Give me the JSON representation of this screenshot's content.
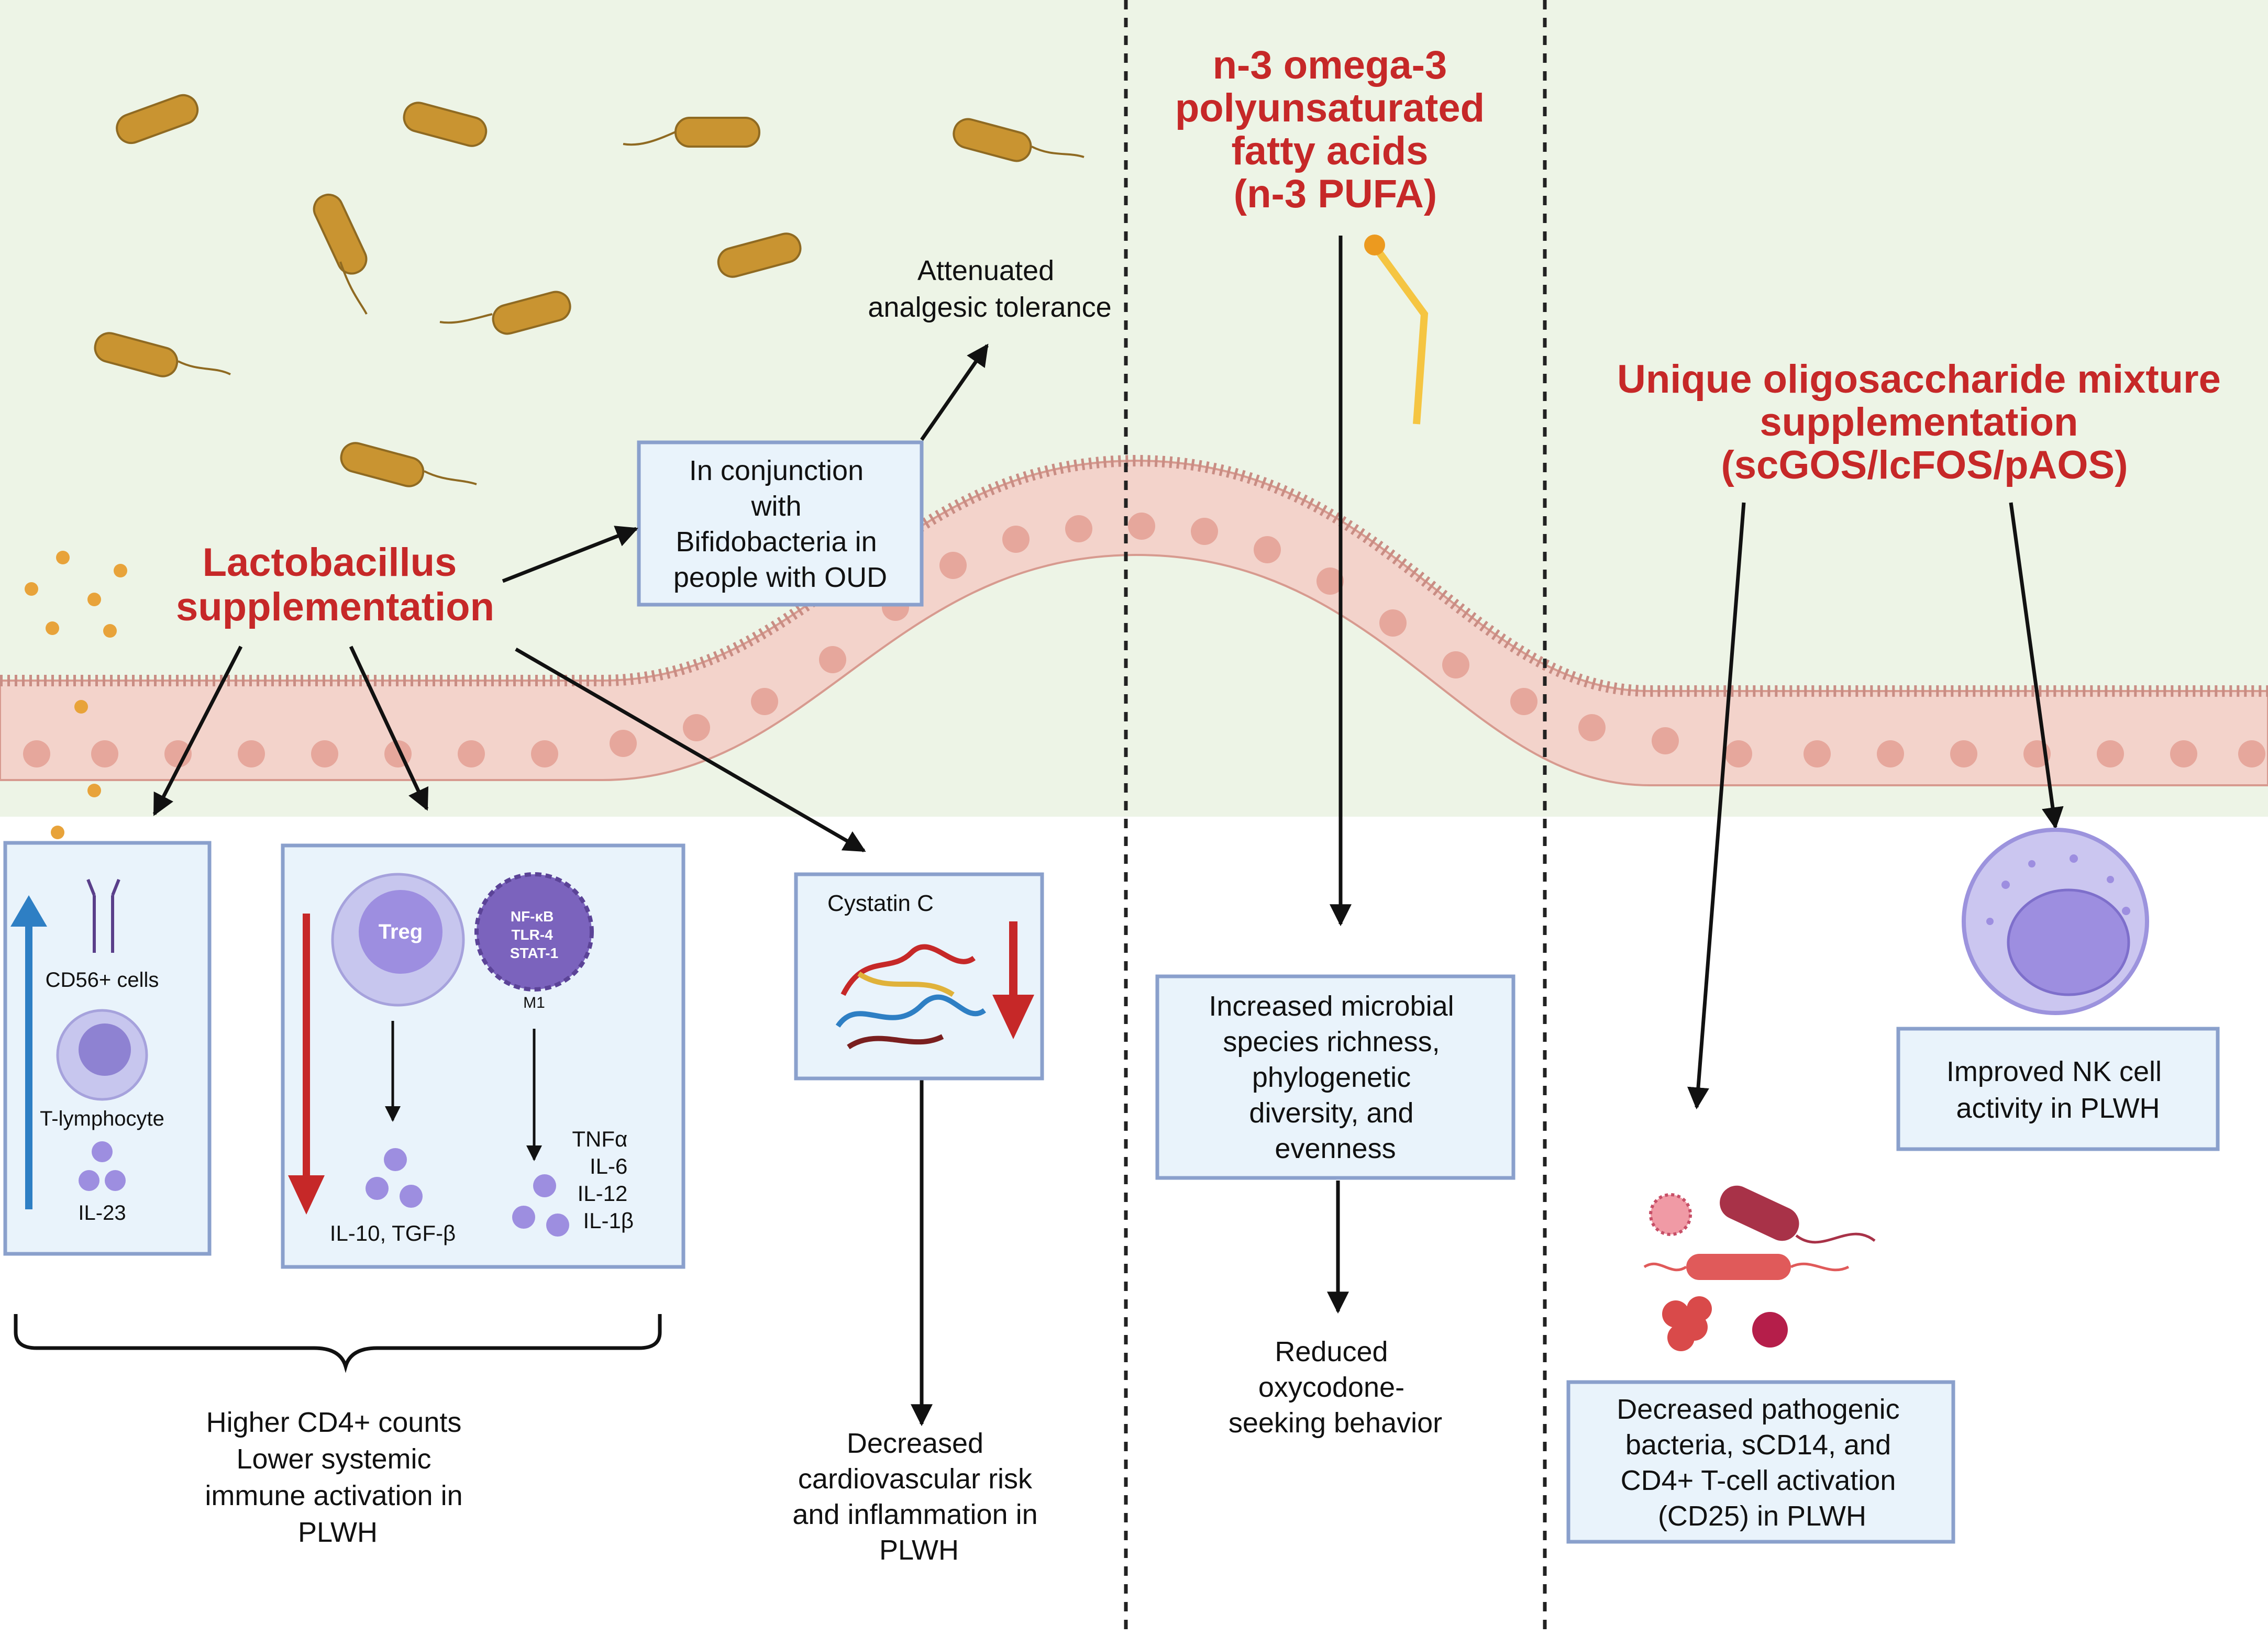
{
  "left": {
    "heading": [
      "Lactobacillus",
      "supplementation"
    ],
    "oud_box": [
      "In conjunction",
      "with",
      "Bifidobacteria in",
      "people with OUD"
    ],
    "attenuated": [
      "Attenuated",
      "analgesic tolerance"
    ],
    "nk_panel": {
      "cd56": "CD56+ cells",
      "tcell": "T-lymphocyte",
      "il23": "IL-23"
    },
    "treg_panel": {
      "treg": "Treg",
      "m1_markers": [
        "NF-κB",
        "TLR-4",
        "STAT-1"
      ],
      "m1": "M1",
      "anti": "IL-10, TGF-β",
      "cytokines": [
        "TNFα",
        "IL-6",
        "IL-12",
        "IL-1β"
      ]
    },
    "cystatin": "Cystatin C",
    "cardio": [
      "Decreased",
      "cardiovascular risk",
      "and inflammation in",
      "PLWH"
    ],
    "summary": [
      "Higher CD4+ counts",
      "Lower systemic",
      "immune activation in",
      "PLWH"
    ]
  },
  "middle": {
    "heading": [
      "n-3 omega-3",
      "polyunsaturated",
      "fatty acids",
      "(n-3 PUFA)"
    ],
    "microbial": [
      "Increased microbial",
      "species richness,",
      "phylogenetic",
      "diversity, and",
      "evenness"
    ],
    "oxy": [
      "Reduced",
      "oxycodone-",
      "seeking behavior"
    ]
  },
  "right": {
    "heading": [
      "Unique oligosaccharide mixture",
      "supplementation",
      "(scGOS/lcFOS/pAOS)"
    ],
    "nk": [
      "Improved NK cell",
      "activity in PLWH"
    ],
    "pathogen": [
      "Decreased pathogenic",
      "bacteria, sCD14, and",
      "CD4+ T-cell activation",
      "(CD25) in PLWH"
    ]
  },
  "colors": {
    "heading": "#c62828",
    "background_gut": "#edf4e6",
    "cell_fill": "#f3d3cb",
    "box_fill": "#e9f3fb",
    "box_border": "#8aa0cc",
    "bacteria": "#c99431",
    "arrow_up": "#2e7fc4",
    "arrow_down": "#c62828",
    "lipid": "#f5c542"
  }
}
